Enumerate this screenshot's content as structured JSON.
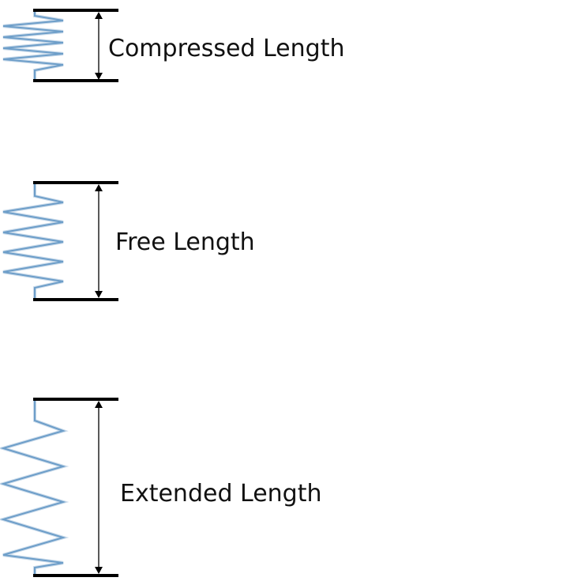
{
  "diagram": {
    "springs": [
      {
        "id": "compressed",
        "label": "Compressed Length"
      },
      {
        "id": "free",
        "label": "Free Length"
      },
      {
        "id": "extended",
        "label": "Extended Length"
      }
    ],
    "colors": {
      "spring": "#6d9ec9",
      "spring_shadow": "#c9daea",
      "plate": "#000000",
      "dimension": "#000000",
      "text": "#111111"
    }
  }
}
